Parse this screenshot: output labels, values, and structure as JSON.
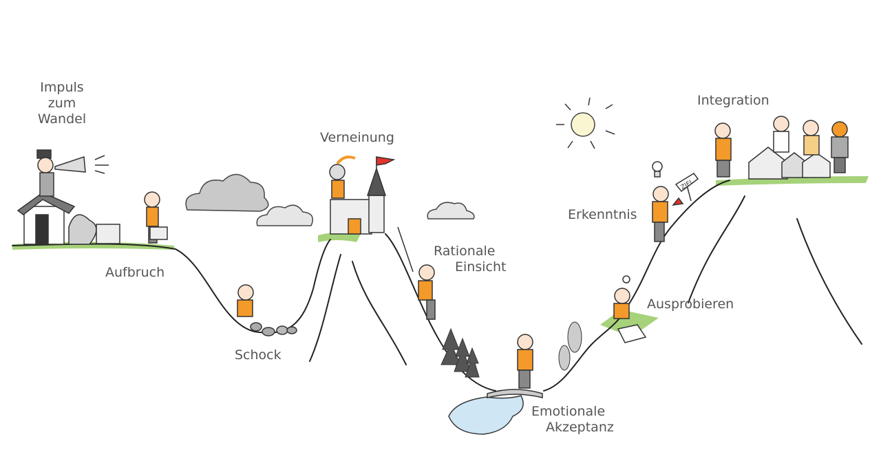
{
  "stages": [
    {
      "id": "impuls",
      "lines": [
        "Impuls",
        "zum",
        "Wandel"
      ]
    },
    {
      "id": "aufbruch",
      "lines": [
        "Aufbruch"
      ]
    },
    {
      "id": "schock",
      "lines": [
        "Schock"
      ]
    },
    {
      "id": "verneinung",
      "lines": [
        "Verneinung"
      ]
    },
    {
      "id": "rationale-einsicht",
      "lines": [
        "Rationale",
        "Einsicht"
      ]
    },
    {
      "id": "emotionale-akzeptanz",
      "lines": [
        "Emotionale",
        "Akzeptanz"
      ]
    },
    {
      "id": "ausprobieren",
      "lines": [
        "Ausprobieren"
      ]
    },
    {
      "id": "erkenntnis",
      "lines": [
        "Erkenntnis"
      ]
    },
    {
      "id": "integration",
      "lines": [
        "Integration"
      ]
    }
  ],
  "signpost": "ZIEL",
  "colors": {
    "shirt": "#f39a2b",
    "grass": "#a6d27a",
    "cloud": "#c9c9c9",
    "water": "#cfe6f5",
    "sun": "#fbf6d2",
    "flag": "#e2332d",
    "text": "#555555"
  }
}
